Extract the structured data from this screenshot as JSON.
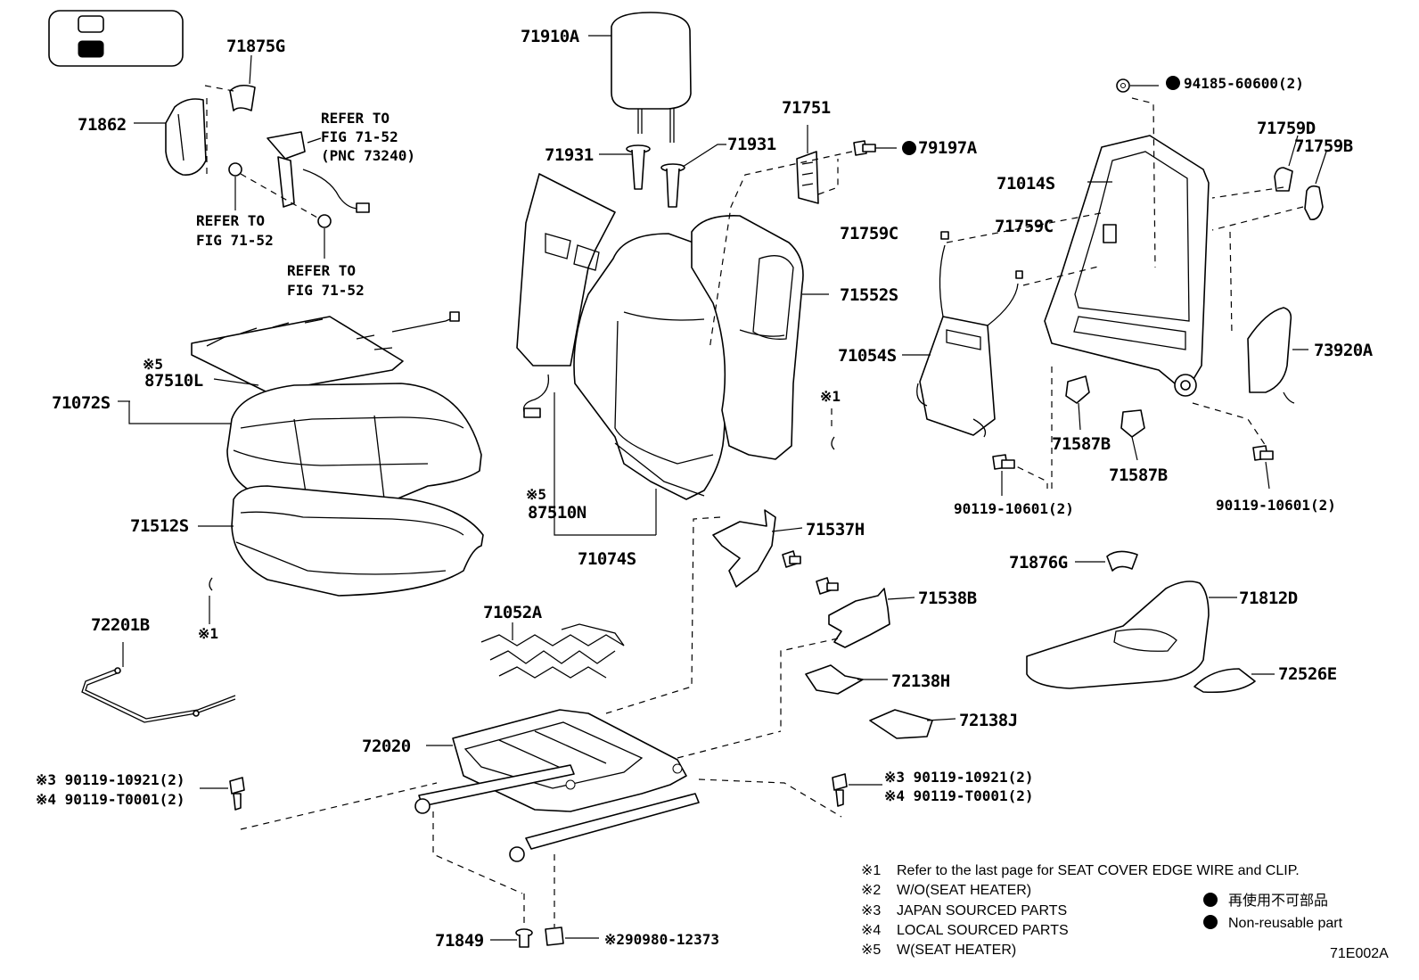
{
  "legend_box": {
    "light": "",
    "dark": ""
  },
  "labels": {
    "p71875G": "71875G",
    "p71862": "71862",
    "refer_a": [
      "REFER TO",
      "FIG 71-52",
      "(PNC 73240)"
    ],
    "refer_b": [
      "REFER TO",
      "FIG 71-52"
    ],
    "refer_c": [
      "REFER TO",
      "FIG 71-52"
    ],
    "p71910A": "71910A",
    "p71931_l": "71931",
    "p71931_r": "71931",
    "p71751": "71751",
    "p79197A": "79197A",
    "p94185": "94185-60600(2)",
    "p71759D": "71759D",
    "p71759B": "71759B",
    "p71014S": "71014S",
    "p71759C_l": "71759C",
    "p71759C_r": "71759C",
    "p71552S": "71552S",
    "p71054S": "71054S",
    "p73920A": "73920A",
    "mark5_a": "※5",
    "p87510L": "87510L",
    "p71072S": "71072S",
    "mark1_a": "※1",
    "p71587B_a": "71587B",
    "p71587B_b": "71587B",
    "p90119_10601_a": "90119-10601(2)",
    "p90119_10601_b": "90119-10601(2)",
    "mark5_b": "※5",
    "p87510N": "87510N",
    "p71512S": "71512S",
    "p71074S": "71074S",
    "p71537H": "71537H",
    "p71876G": "71876G",
    "p71812D": "71812D",
    "p71538B": "71538B",
    "p72201B": "72201B",
    "mark1_b": "※1",
    "p71052A": "71052A",
    "p72526E": "72526E",
    "p72138H": "72138H",
    "p72138J": "72138J",
    "p72020": "72020",
    "bolts_left": [
      "※3 90119-10921(2)",
      "※4 90119-T0001(2)"
    ],
    "bolts_right": [
      "※3 90119-10921(2)",
      "※4 90119-T0001(2)"
    ],
    "p71849": "71849",
    "p90980": "※290980-12373"
  },
  "notes": [
    {
      "mark": "※1",
      "text": "Refer to the last page for SEAT COVER EDGE WIRE and CLIP."
    },
    {
      "mark": "※2",
      "text": "W/O(SEAT HEATER)"
    },
    {
      "mark": "※3",
      "text": "JAPAN SOURCED PARTS"
    },
    {
      "mark": "※4",
      "text": "LOCAL SOURCED PARTS"
    },
    {
      "mark": "※5",
      "text": "W(SEAT HEATER)"
    }
  ],
  "legend": {
    "jp": "再使用不可部品",
    "en": "Non-reusable part"
  },
  "figure_id": "71E002A"
}
